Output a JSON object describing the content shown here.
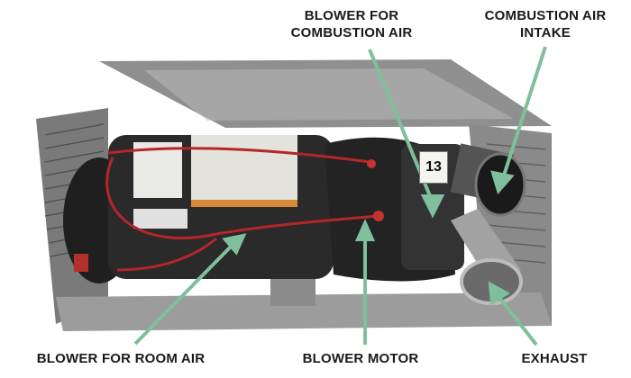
{
  "callouts": {
    "blower_combustion_air": {
      "line1": "BLOWER FOR",
      "line2": "COMBUSTION AIR"
    },
    "combustion_air_intake": {
      "line1": "COMBUSTION AIR",
      "line2": "INTAKE"
    },
    "blower_room_air": "BLOWER FOR ROOM AIR",
    "blower_motor": "BLOWER MOTOR",
    "exhaust": "EXHAUST"
  },
  "unit_tag": "13",
  "colors": {
    "arrow": "#7fbf9c",
    "label_text": "#1a1a1a",
    "frame": "#6b6b6b",
    "motor": "#2a2a2a",
    "wire": "#b5262a"
  }
}
